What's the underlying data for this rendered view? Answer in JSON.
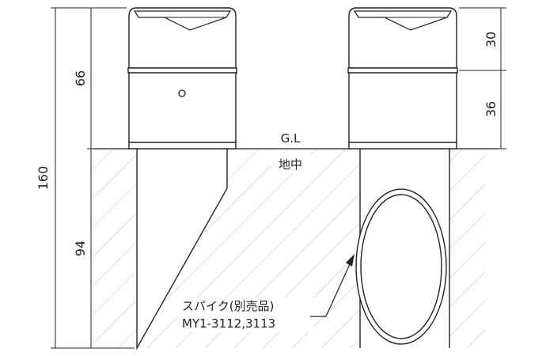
{
  "drawing": {
    "dimensions": {
      "total_height": "160",
      "above_ground": "66",
      "below_ground": "94",
      "top_section": "30",
      "bottom_section": "36"
    },
    "labels": {
      "ground_line": "G.L",
      "underground": "地中",
      "spike_name": "スパイク(別売品)",
      "spike_model": "MY1-3112,3113"
    },
    "colors": {
      "line": "#222222",
      "hatch": "#bfbfbf",
      "background": "#ffffff"
    }
  }
}
